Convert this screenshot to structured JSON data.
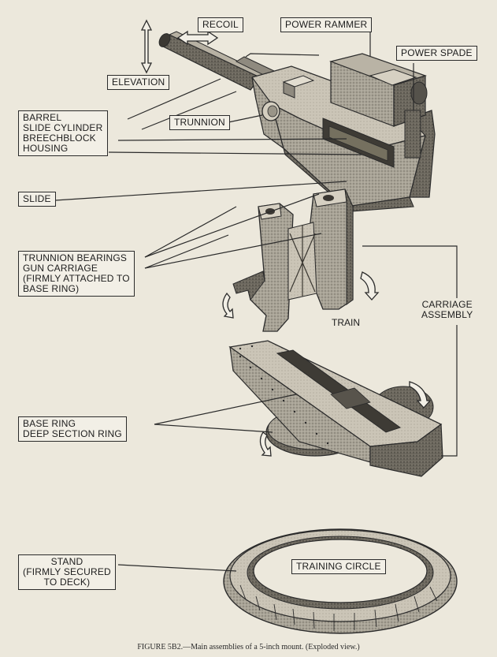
{
  "figure": {
    "labels": {
      "recoil": "RECOIL",
      "power_rammer": "POWER RAMMER",
      "power_spade": "POWER SPADE",
      "elevation": "ELEVATION",
      "trunnion": "TRUNNION",
      "barrel_group": [
        "BARREL",
        "SLIDE CYLINDER",
        "BREECHBLOCK",
        "HOUSING"
      ],
      "slide": "SLIDE",
      "trunnion_group": [
        "TRUNNION BEARINGS",
        "GUN CARRIAGE",
        "(FIRMLY ATTACHED TO",
        "BASE RING)"
      ],
      "train": "TRAIN",
      "carriage_assembly": [
        "CARRIAGE",
        "ASSEMBLY"
      ],
      "base_ring_group": [
        "BASE RING",
        "DEEP SECTION RING"
      ],
      "stand": [
        "STAND",
        "(FIRMLY SECURED",
        "TO DECK)"
      ],
      "training_circle": "TRAINING CIRCLE"
    },
    "caption": "FIGURE 5B2.—Main assemblies of a 5-inch mount.    (Exploded view.)"
  },
  "colors": {
    "paper": "#ece8dc",
    "ink": "#2b2b2b",
    "metal_light": "#cfc9bb",
    "metal_mid": "#8f8a7f",
    "metal_dark": "#4a4741"
  }
}
